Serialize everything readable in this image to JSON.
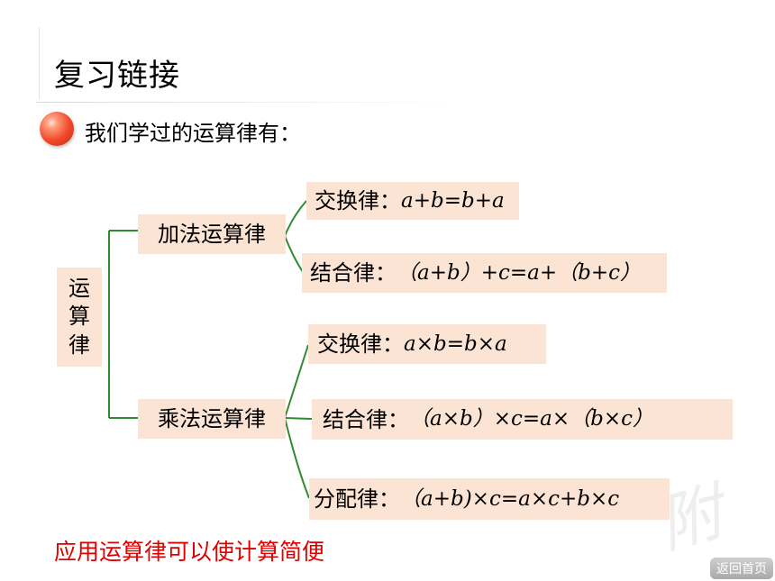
{
  "title": "复习链接",
  "intro": "我们学过的运算律有：",
  "root": [
    "运",
    "算",
    "律"
  ],
  "addition": {
    "label": "加法运算律",
    "commutative": {
      "name": "交换律：",
      "formula": "a+b=b+a"
    },
    "associative": {
      "name": "结合律：",
      "formula": "（a+b）+c=a+（b+c）"
    }
  },
  "multiplication": {
    "label": "乘法运算律",
    "commutative": {
      "name": "交换律：",
      "formula": "a×b=b×a"
    },
    "associative": {
      "name": "结合律：",
      "formula": "（a×b）×c=a×（b×c）"
    },
    "distributive": {
      "name": "分配律：",
      "formula": "（a+b)×c=a×c+b×c"
    }
  },
  "footer": "应用运算律可以使计算简便",
  "back_button": "返回首页",
  "colors": {
    "box_bg": "#fce4d4",
    "connector": "#2e8b2e",
    "footer": "#e00000"
  }
}
